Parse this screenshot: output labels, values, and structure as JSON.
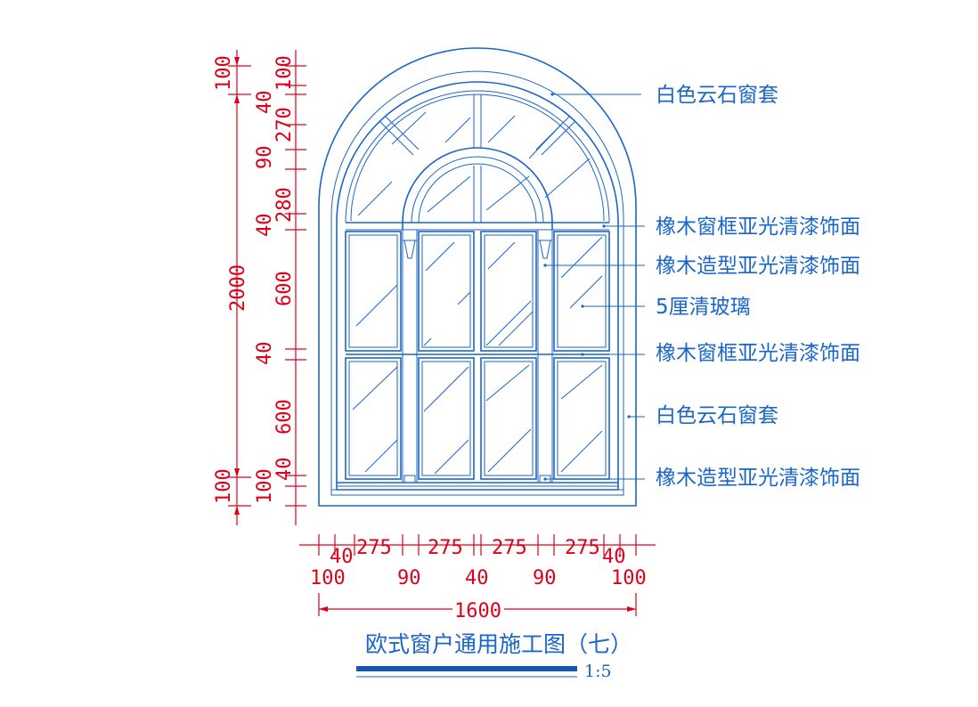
{
  "labels": {
    "top_surround": "白色云石窗套",
    "arch_frame": "橡木窗框亚光清漆饰面",
    "column": "橡木造型亚光清漆饰面",
    "glass": "5厘清玻璃",
    "mid_frame": "橡木窗框亚光清漆饰面",
    "side_surround": "白色云石窗套",
    "base_column": "橡木造型亚光清漆饰面"
  },
  "dims": {
    "left_top": "100",
    "left_total": "2000",
    "left_bottom": "100",
    "right": [
      "100",
      "40",
      "270",
      "90",
      "280",
      "40",
      "600",
      "40",
      "600",
      "40",
      "100"
    ],
    "bottom_upper": [
      "40",
      "275",
      "275",
      "275",
      "275",
      "40"
    ],
    "bottom_lower": [
      "100",
      "90",
      "40",
      "90",
      "100"
    ],
    "overall_width": "1600"
  },
  "title": "欧式窗户通用施工图（七）",
  "scale": "1:5",
  "colors": {
    "drawing": "#1a66c9",
    "dimension": "#e0001a"
  }
}
